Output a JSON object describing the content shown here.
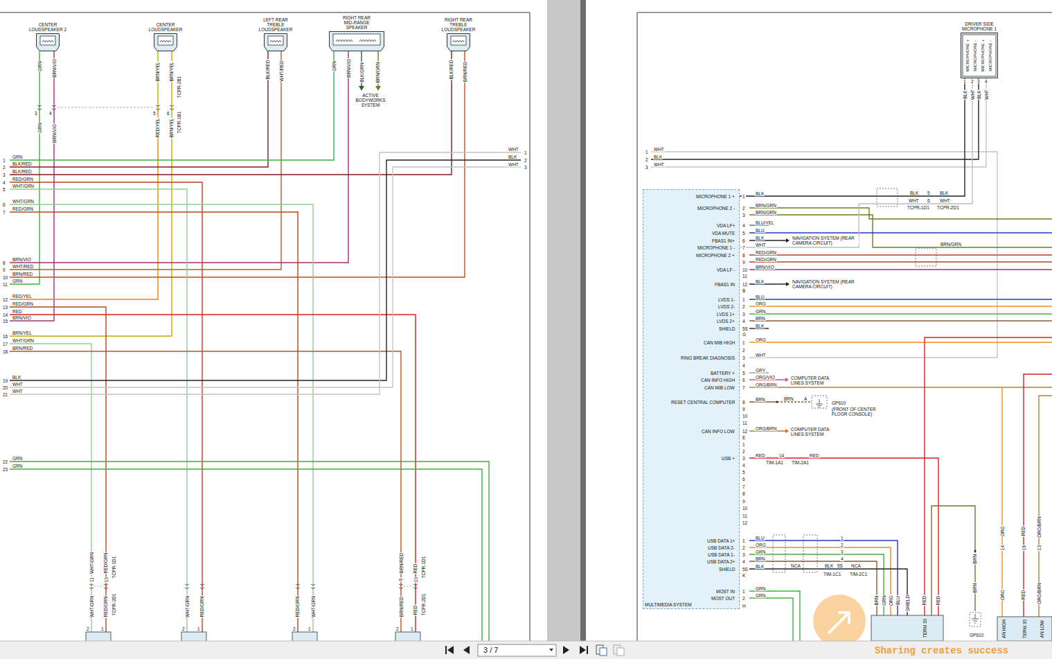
{
  "diagram": {
    "nodes": [
      {
        "text": [
          "CENTER LOUDSPEAKER 2"
        ]
      },
      {
        "text": [
          "CENTER LOUDSPEAKER"
        ]
      },
      {
        "text": [
          "LEFT REAR TREBLE LOUDSPEAKER"
        ]
      },
      {
        "text": [
          "RIGHT REAR MID-RANGE SPEAKER"
        ]
      },
      {
        "text": [
          "RIGHT REAR TREBLE LOUDSPEAKER"
        ]
      },
      {
        "text": [
          "DRIVER SIDE MICROPHONE 1",
          "MICROPHONE +",
          "MICROPHONE -",
          "MICROPHONE +",
          "MICROPHONE -"
        ]
      },
      {
        "text": [
          "MULTIMEDIA SYSTEM"
        ]
      }
    ],
    "edges": [
      {
        "from": 5,
        "to": 6,
        "arrow": "none"
      },
      {
        "from": 5,
        "to": 6,
        "arrow": "none"
      }
    ],
    "labels": [
      "GRN",
      "BRN/VIO",
      "BRN/YEL",
      "BRN/YEL",
      "TCPR-2B1",
      "BLK/RED",
      "WHT/RED",
      "GRN",
      "BRN/VIO",
      "BLK/GRN",
      "BRN/GRN",
      "BLK/RED",
      "BRN/RED",
      "ACTIVE BODYWORKS SYSTEM",
      "3",
      "4",
      "5",
      "6",
      "TCPR-1B1",
      "GRN",
      "BRN/VIO",
      "RED/YEL",
      "BRN/YEL",
      "1",
      "GRN",
      "2",
      "BLK/RED",
      "3",
      "BLK/RED",
      "4",
      "RED/GRN",
      "5",
      "WHT/GRN",
      "6",
      "WHT/GRN",
      "7",
      "RED/GRN",
      "8",
      "BRN/VIO",
      "9",
      "WHT/RED",
      "10",
      "BRN/RED",
      "11",
      "GRN",
      "12",
      "RED/YEL",
      "13",
      "RED/GRN",
      "14",
      "RED",
      "15",
      "BRN/VIO",
      "16",
      "BRN/YEL",
      "17",
      "WHT/GRN",
      "18",
      "BRN/RED",
      "19",
      "BLK",
      "20",
      "WHT",
      "21",
      "WHT",
      "22",
      "GRN",
      "23",
      "GRN",
      "WHT",
      "1",
      "BLK",
      "2",
      "WHT",
      "3",
      "11",
      "WHT/GRN",
      "10",
      "RED/GRN",
      "TCPR-1D1",
      "WHT/GRN",
      "RED/GRN",
      "TCPR-2D1",
      "2",
      "1",
      "WHT/GRN",
      "RED/GRN",
      "2",
      "1",
      "RED/GRN",
      "WHT/GRN",
      "2",
      "1",
      "9",
      "BRN/RED",
      "10",
      "RED",
      "TCPR-1D1",
      "BRN/RED",
      "RED",
      "TCPR-2D1",
      "2",
      "1",
      "1",
      "2",
      "3",
      "4",
      "BLK",
      "WHT",
      "BLK",
      "WHT",
      "1",
      "WHT",
      "2",
      "BLK",
      "3",
      "WHT",
      "BLK",
      "5",
      "BLK",
      "WHT",
      "6",
      "WHT",
      "TCPR-1D1",
      "TCPR-2D1",
      "BRN/GRN",
      "MICROPHONE 1 +",
      "1",
      "BLK",
      "MICROPHONE 2 -",
      "2",
      "BRN/GRN",
      "3",
      "BRN/GRN",
      "VDA LF+",
      "4",
      "BLU/YEL",
      "VDA MUTE",
      "5",
      "BLU",
      "FBAS1 IN+",
      "6",
      "BLK",
      "MICROPHONE 1 -",
      "7",
      "WHT",
      "MICROPHONE 2 +",
      "8",
      "RED/GRN",
      "9",
      "RED/GRN",
      "VDA LF -",
      "10",
      "BRN/VIO",
      "11",
      "FBAS1 IN",
      "12",
      "BLK",
      "B",
      "LVDS 1-",
      "1",
      "BLU",
      "LVDS 2-",
      "2",
      "ORG",
      "LVDS 1+",
      "3",
      "GRN",
      "LVDS 2+",
      "4",
      "BRN",
      "SHIELD",
      "5S",
      "BLK",
      "G",
      "CAN MIB HIGH",
      "1",
      "ORG",
      "2",
      "RING BREAK DIAGNOSIS",
      "3",
      "WHT",
      "4",
      "BATTERY +",
      "5",
      "GRY",
      "CAN INFO HIGH",
      "6",
      "ORG/VIO",
      "CAN MIB LOW",
      "7",
      "ORG/BRN",
      "RESET CENTRAL COMPUTER",
      "8",
      "BRN",
      "9",
      "10",
      "11",
      "CAN INFO LOW",
      "12",
      "ORG/BRN",
      "E",
      "1",
      "2",
      "USB +",
      "3",
      "RED",
      "4",
      "5",
      "6",
      "7",
      "8",
      "9",
      "10",
      "11",
      "12",
      "USB DATA 1+",
      "1",
      "BLU",
      "USB DATA 2-",
      "2",
      "ORG",
      "USB DATA 1-",
      "3",
      "GRN",
      "USB DATA 2+",
      "4",
      "BRN",
      "SHIELD",
      "5S",
      "BLK",
      "K",
      "MOST IN",
      "1",
      "GRN",
      "MOST OUT",
      "2",
      "GRN",
      "H",
      "NAVIGATION SYSTEM (REAR CAMERA CIRCUIT)",
      "NAVIGATION SYSTEM (REAR CAMERA CIRCUIT)",
      "COMPUTER DATA LINES SYSTEM",
      "COMPUTER DATA LINES SYSTEM",
      "BRN",
      "A",
      "GP610",
      "(FRONT OF CENTER FLOOR CONSOLE)",
      "14",
      "RED",
      "TIM-1A1",
      "TIM-2A1",
      "1",
      "2",
      "3",
      "4",
      "NCA",
      "BLK",
      "5S",
      "NCA",
      "TIM-1C1",
      "TIM-2C1",
      "BRN",
      "GRN",
      "ORG",
      "BLU",
      "SHIELD",
      "RED",
      "RED",
      "TERM 30",
      "BRN",
      "BRN",
      "GP610",
      "14",
      "ORG",
      "16",
      "RED",
      "13",
      "ORG/BRN",
      "ORG",
      "RED",
      "ORG/BRN",
      "AN HIGH",
      "TERM 30",
      "AN LOW",
      "Sharing creates success",
      "3 / 7"
    ]
  }
}
